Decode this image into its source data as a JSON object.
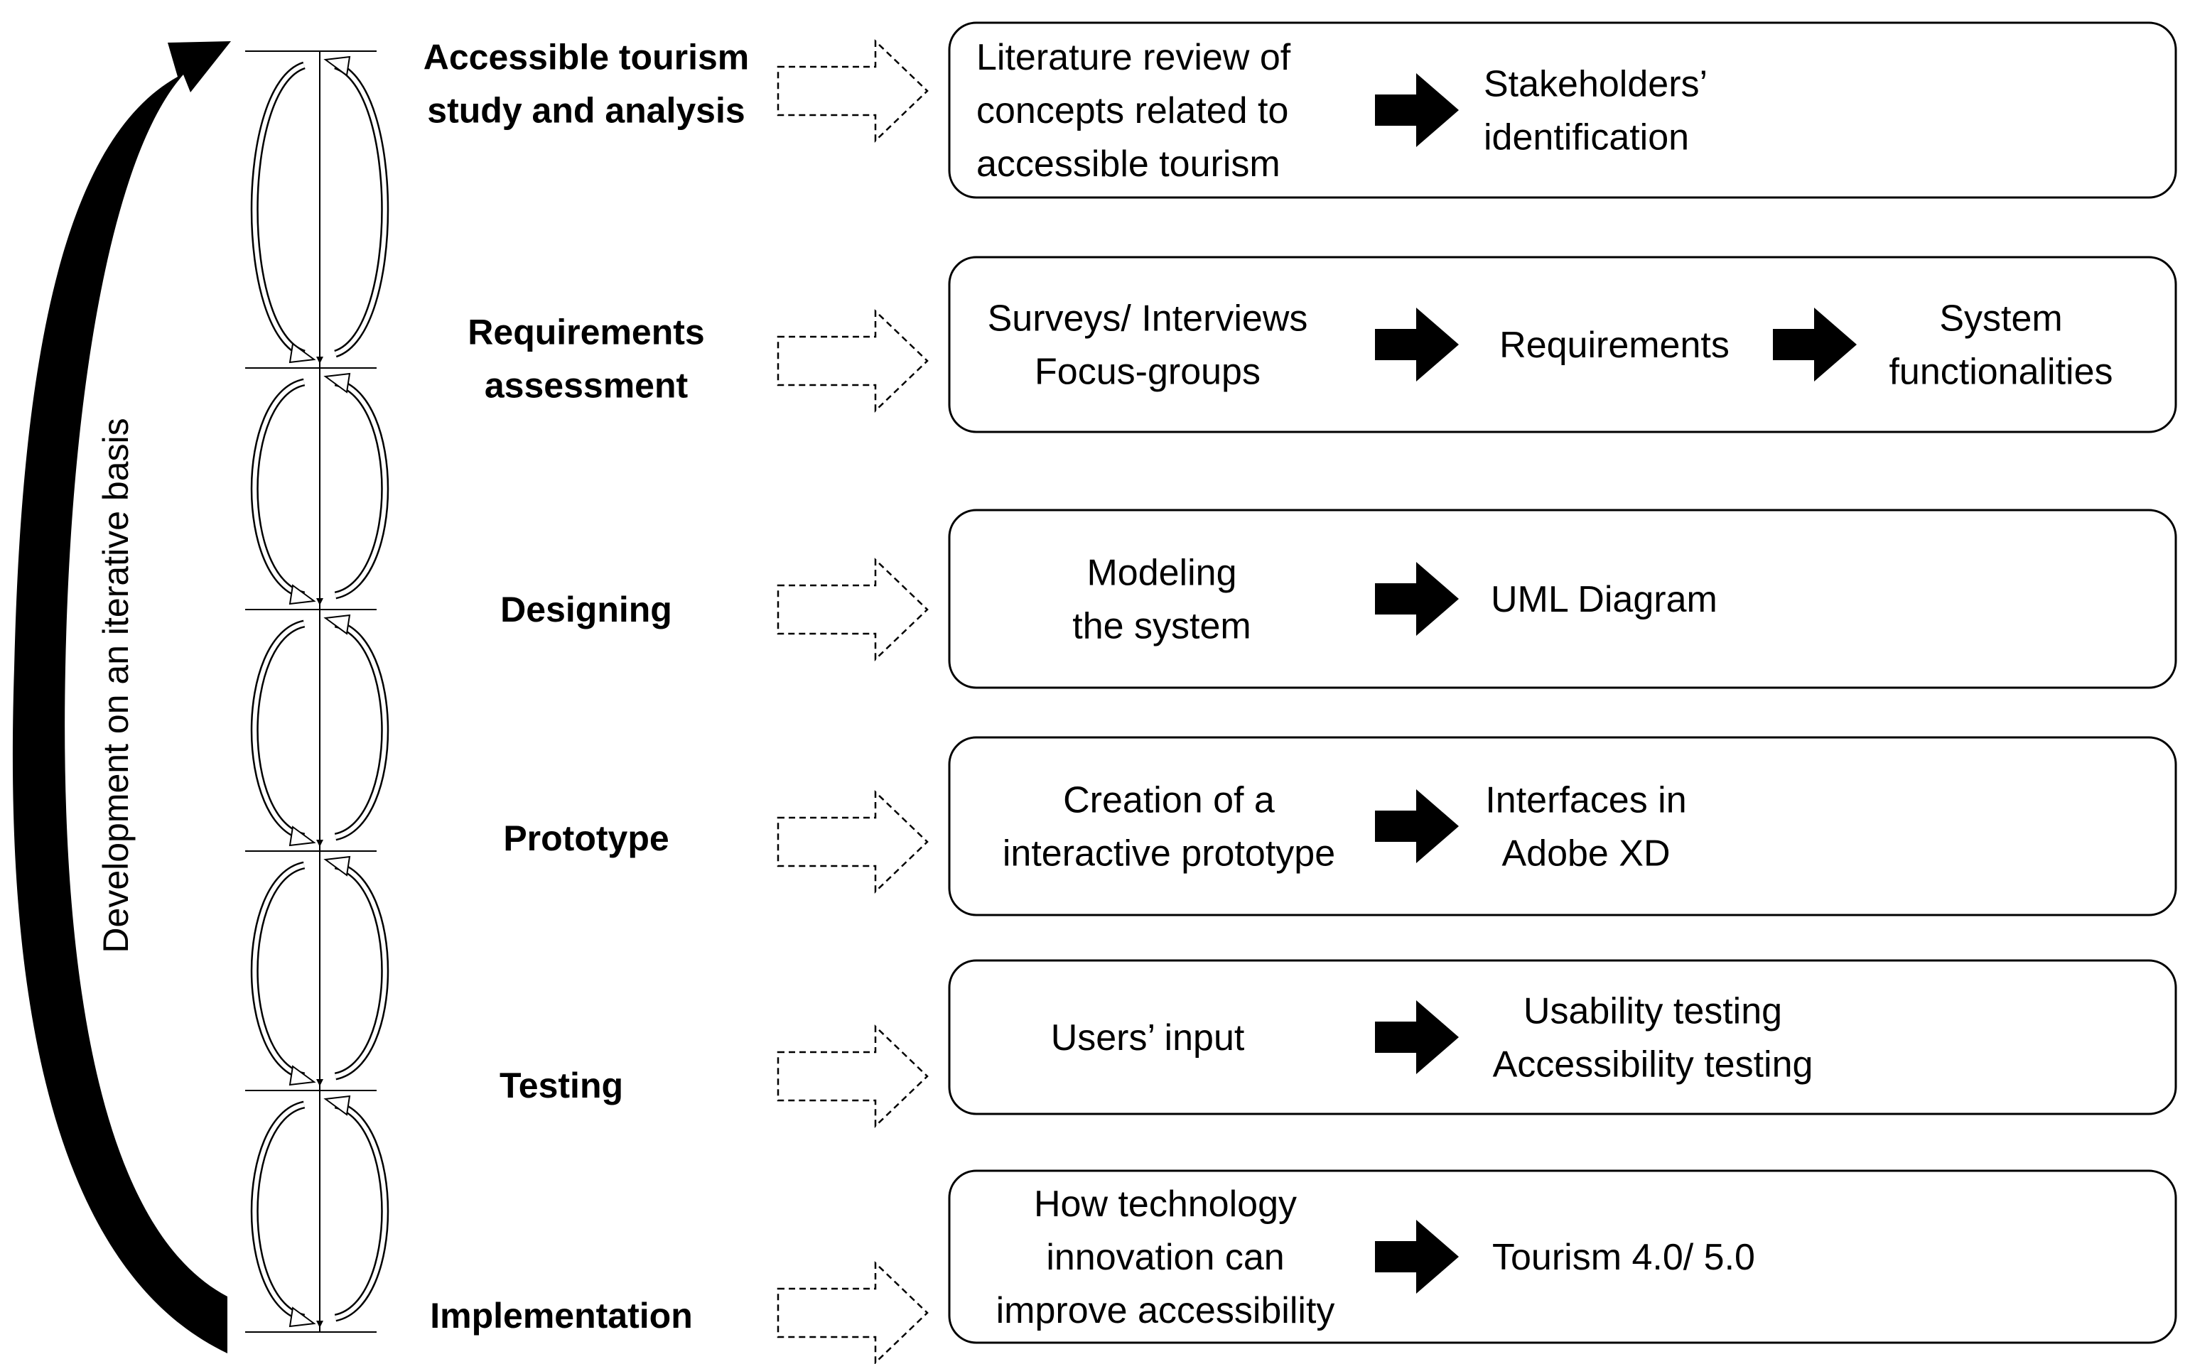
{
  "side_label": "Development on an iterative basis",
  "stages": [
    {
      "label_lines": [
        "Accessible tourism",
        "study and analysis"
      ],
      "box": [
        [
          "Literature review of",
          "concepts related to",
          "accessible tourism"
        ],
        [
          "Stakeholders’",
          "identification"
        ]
      ]
    },
    {
      "label_lines": [
        "Requirements",
        "assessment"
      ],
      "box": [
        [
          "Surveys/ Interviews",
          "Focus-groups"
        ],
        [
          "Requirements"
        ],
        [
          "System",
          "functionalities"
        ]
      ]
    },
    {
      "label_lines": [
        "Designing"
      ],
      "box": [
        [
          "Modeling",
          "the system"
        ],
        [
          "UML Diagram"
        ]
      ]
    },
    {
      "label_lines": [
        "Prototype"
      ],
      "box": [
        [
          "Creation of a",
          "interactive prototype"
        ],
        [
          "Interfaces in",
          "Adobe XD"
        ]
      ]
    },
    {
      "label_lines": [
        "Testing"
      ],
      "box": [
        [
          "Users’ input"
        ],
        [
          "Usability testing",
          "Accessibility testing"
        ]
      ]
    },
    {
      "label_lines": [
        "Implementation"
      ],
      "box": [
        [
          "How technology",
          "innovation can",
          "improve accessibility"
        ],
        [
          "Tourism 4.0/ 5.0"
        ]
      ]
    }
  ]
}
